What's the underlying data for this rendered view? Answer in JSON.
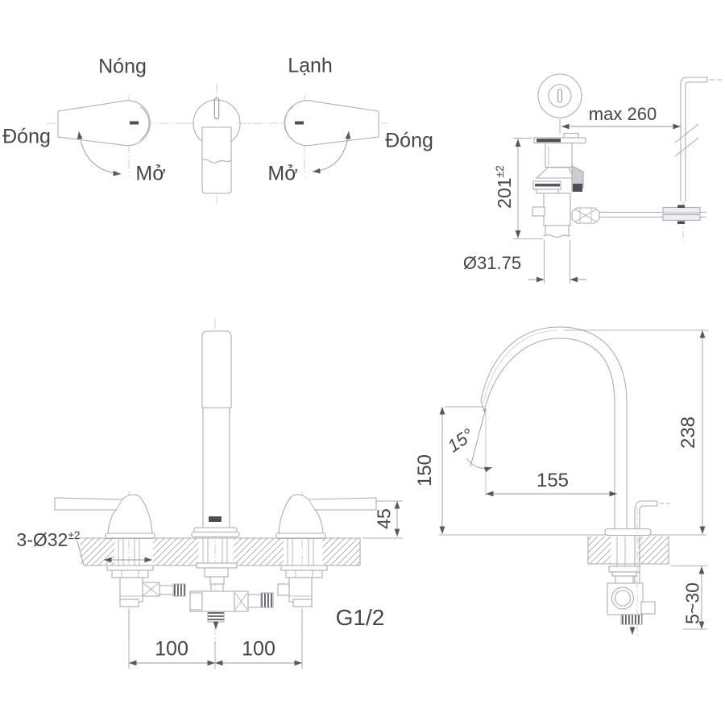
{
  "title": "Faucet technical drawing",
  "handles_view": {
    "hot_label": "Nóng",
    "cold_label": "Lạnh",
    "close_left_label": "Đóng",
    "open_left_label": "Mở",
    "open_right_label": "Mở",
    "close_right_label": "Đóng"
  },
  "drain_view": {
    "max_reach_label": "max 260",
    "height_value": "201",
    "height_tolerance": "±2",
    "diameter_label": "Ø31.75"
  },
  "front_view": {
    "holes_value": "3-Ø32",
    "holes_tolerance": "±2",
    "handle_height_label": "45",
    "spacing_left_label": "100",
    "spacing_right_label": "100",
    "thread_label": "G1/2"
  },
  "side_view": {
    "outlet_angle_label": "15°",
    "outlet_height_label": "150",
    "reach_label": "155",
    "total_height_label": "238",
    "deck_thickness_label": "5~30"
  },
  "colors": {
    "background": "#ffffff",
    "line": "#a9aeb4",
    "dim_line": "#94999f",
    "dark_accent": "#4b4f55",
    "text": "#43464a"
  }
}
